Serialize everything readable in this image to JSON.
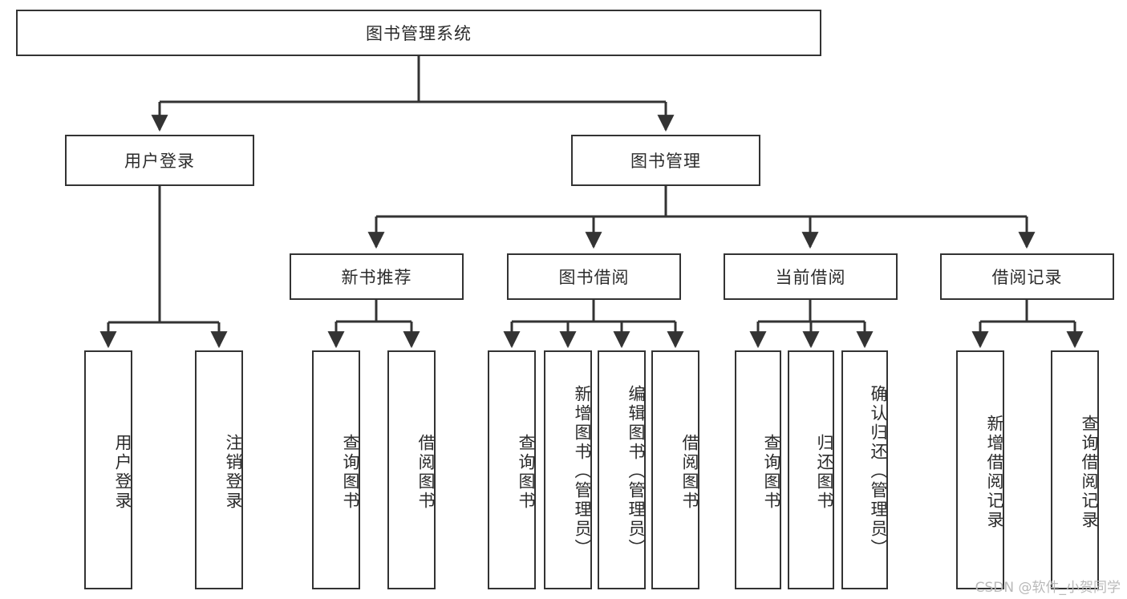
{
  "diagram": {
    "type": "hierarchy-tree",
    "title": "图书管理系统",
    "watermark": "CSDN @软件_小贺同学",
    "colors": {
      "stroke": "#333333",
      "fill": "#ffffff",
      "text": "#2b2b2b",
      "watermark": "#b9b9b9"
    },
    "levels": [
      {
        "level": 1,
        "nodes": [
          {
            "id": "root",
            "label": "图书管理系统",
            "orientation": "horizontal"
          }
        ]
      },
      {
        "level": 2,
        "nodes": [
          {
            "id": "login",
            "label": "用户登录",
            "orientation": "horizontal",
            "parent": "root"
          },
          {
            "id": "bookmgmt",
            "label": "图书管理",
            "orientation": "horizontal",
            "parent": "root"
          }
        ]
      },
      {
        "level": 3,
        "nodes": [
          {
            "id": "newbook",
            "label": "新书推荐",
            "orientation": "horizontal",
            "parent": "bookmgmt"
          },
          {
            "id": "borrow",
            "label": "图书借阅",
            "orientation": "horizontal",
            "parent": "bookmgmt"
          },
          {
            "id": "current",
            "label": "当前借阅",
            "orientation": "horizontal",
            "parent": "bookmgmt"
          },
          {
            "id": "records",
            "label": "借阅记录",
            "orientation": "horizontal",
            "parent": "bookmgmt"
          }
        ]
      },
      {
        "level": 4,
        "nodes": [
          {
            "id": "leaf-login-1",
            "label": "用户登录",
            "orientation": "vertical",
            "parent": "login"
          },
          {
            "id": "leaf-login-2",
            "label": "注销登录",
            "orientation": "vertical",
            "parent": "login"
          },
          {
            "id": "leaf-newbook-1",
            "label": "查询图书",
            "orientation": "vertical",
            "parent": "newbook"
          },
          {
            "id": "leaf-newbook-2",
            "label": "借阅图书",
            "orientation": "vertical",
            "parent": "newbook"
          },
          {
            "id": "leaf-borrow-1",
            "label": "查询图书",
            "orientation": "vertical",
            "parent": "borrow"
          },
          {
            "id": "leaf-borrow-2",
            "label": "新增图书（管理员）",
            "orientation": "vertical",
            "parent": "borrow"
          },
          {
            "id": "leaf-borrow-3",
            "label": "编辑图书（管理员）",
            "orientation": "vertical",
            "parent": "borrow"
          },
          {
            "id": "leaf-borrow-4",
            "label": "借阅图书",
            "orientation": "vertical",
            "parent": "borrow"
          },
          {
            "id": "leaf-current-1",
            "label": "查询图书",
            "orientation": "vertical",
            "parent": "current"
          },
          {
            "id": "leaf-current-2",
            "label": "归还图书",
            "orientation": "vertical",
            "parent": "current"
          },
          {
            "id": "leaf-current-3",
            "label": "确认归还（管理员）",
            "orientation": "vertical",
            "parent": "current"
          },
          {
            "id": "leaf-records-1",
            "label": "新增借阅记录",
            "orientation": "vertical",
            "parent": "records"
          },
          {
            "id": "leaf-records-2",
            "label": "查询借阅记录",
            "orientation": "vertical",
            "parent": "records"
          }
        ]
      }
    ]
  }
}
